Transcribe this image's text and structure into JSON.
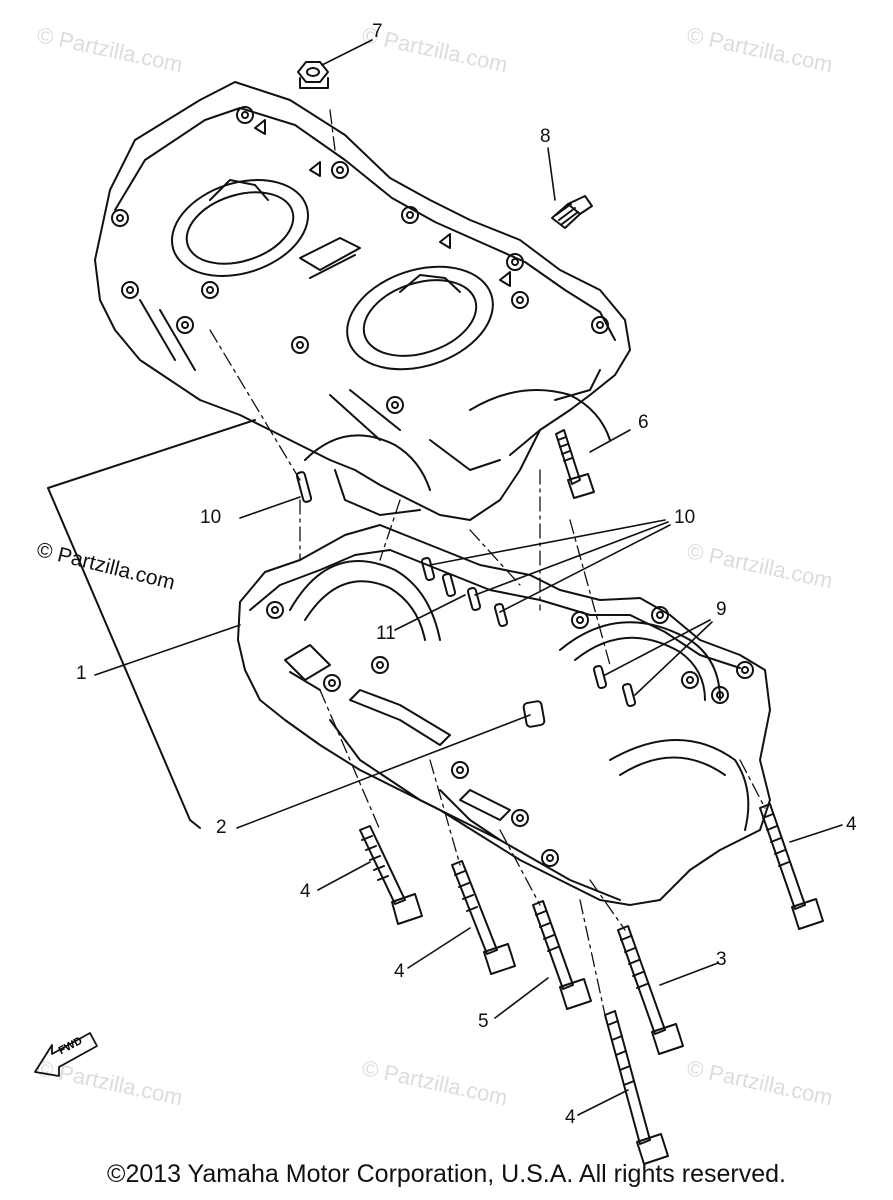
{
  "watermarks": [
    "© Partzilla.com",
    "© Partzilla.com",
    "© Partzilla.com",
    "© Partzilla.com",
    "© Partzilla.com",
    "© Partzilla.com",
    "© Partzilla.com"
  ],
  "brand_watermark": "© Partzilla.com",
  "callouts": [
    "7",
    "8",
    "6",
    "10",
    "10",
    "1",
    "11",
    "9",
    "2",
    "4",
    "4",
    "4",
    "5",
    "3",
    "4"
  ],
  "fwd_label": "FWD",
  "copyright": "©2013  Yamaha Motor Corporation, U.S.A. All rights reserved."
}
